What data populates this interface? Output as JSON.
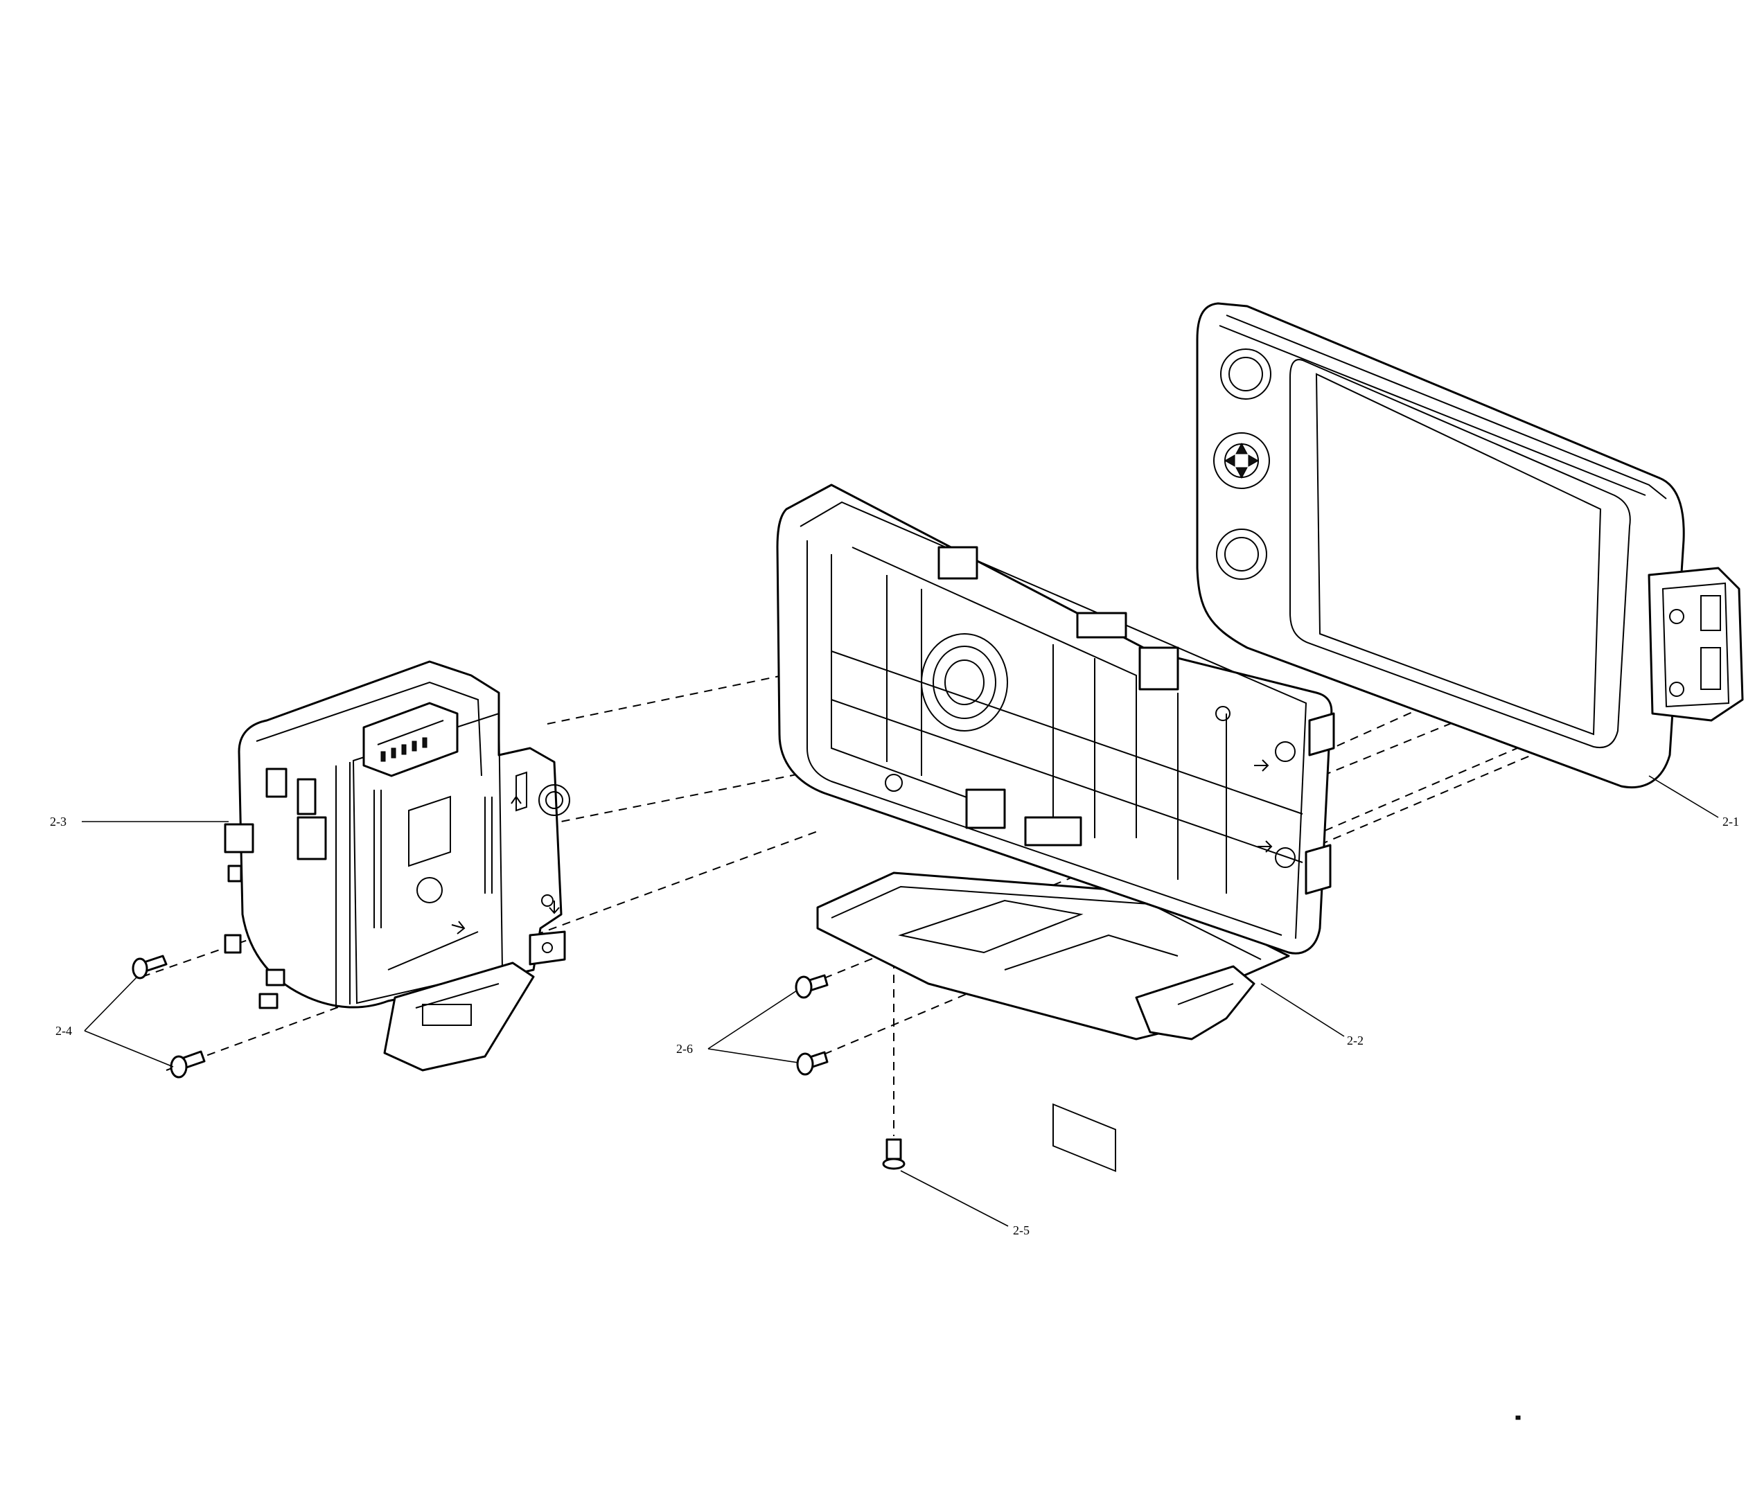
{
  "callouts": [
    {
      "id": "2-1",
      "text": "2-1"
    },
    {
      "id": "2-2",
      "text": "2-2"
    },
    {
      "id": "2-3",
      "text": "2-3"
    },
    {
      "id": "2-4",
      "text": "2-4"
    },
    {
      "id": "2-5",
      "text": "2-5"
    },
    {
      "id": "2-6",
      "text": "2-6"
    }
  ]
}
